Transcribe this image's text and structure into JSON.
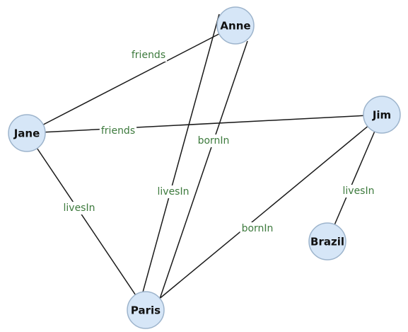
{
  "graph": {
    "nodes": [
      {
        "id": "anne",
        "label": "Anne"
      },
      {
        "id": "jane",
        "label": "Jane"
      },
      {
        "id": "jim",
        "label": "Jim"
      },
      {
        "id": "brazil",
        "label": "Brazil"
      },
      {
        "id": "paris",
        "label": "Paris"
      }
    ],
    "edges": [
      {
        "id": "jane-anne",
        "source": "jane",
        "target": "anne",
        "label": "friends"
      },
      {
        "id": "jane-jim",
        "source": "jane",
        "target": "jim",
        "label": "friends"
      },
      {
        "id": "jane-paris",
        "source": "jane",
        "target": "paris",
        "label": "livesIn"
      },
      {
        "id": "anne-paris-lives",
        "source": "anne",
        "target": "paris",
        "label": "livesIn"
      },
      {
        "id": "anne-paris-born",
        "source": "anne",
        "target": "paris",
        "label": "bornIn"
      },
      {
        "id": "jim-paris",
        "source": "jim",
        "target": "paris",
        "label": "bornIn"
      },
      {
        "id": "jim-brazil",
        "source": "jim",
        "target": "brazil",
        "label": "livesIn"
      }
    ],
    "colors": {
      "node_fill": "#d6e6f7",
      "node_stroke": "#9db4cc",
      "edge": "#1a1a1a",
      "edge_label": "#3d7a3d"
    }
  }
}
